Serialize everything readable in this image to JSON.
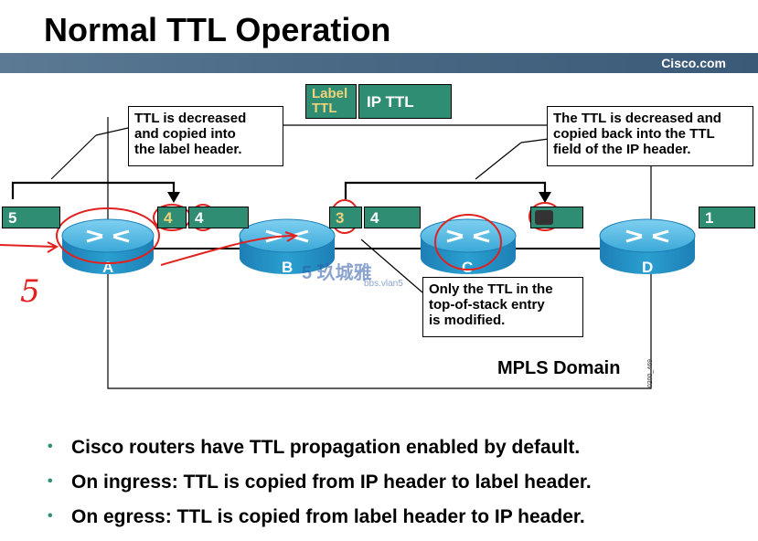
{
  "title": "Normal TTL Operation",
  "brand": "Cisco.com",
  "header_legend": {
    "label_ttl": "Label\nTTL",
    "ip_ttl": "IP TTL"
  },
  "callouts": {
    "ingress": "TTL is decreased\nand copied into\nthe label header.",
    "egress": "The TTL is decreased and\ncopied back into the TTL\nfield of the IP header.",
    "middle": "Only the TTL in the\ntop-of-stack entry\nis modified."
  },
  "routers": {
    "a": "A",
    "b": "B",
    "c": "C",
    "d": "D"
  },
  "packets": {
    "before_a": "5",
    "a_b_label": "4",
    "a_b_ip": "4",
    "b_c_label": "3",
    "b_c_ip": "4",
    "c_d": "",
    "after_d": "1"
  },
  "domain_label": "MPLS Domain",
  "figure_code": "0200_469",
  "watermark": {
    "main": "5 玖城雅",
    "sub": "bbs.vlan5"
  },
  "handwritten": "5",
  "bullets": [
    "Cisco routers have TTL propagation enabled by default.",
    "On ingress: TTL is copied from IP header to label header.",
    "On egress: TTL is copied from label header to IP header."
  ],
  "colors": {
    "field": "#2f8d73",
    "router": "#2a9fd0",
    "annotation": "#e0211f",
    "bar": "#4a6a86"
  }
}
